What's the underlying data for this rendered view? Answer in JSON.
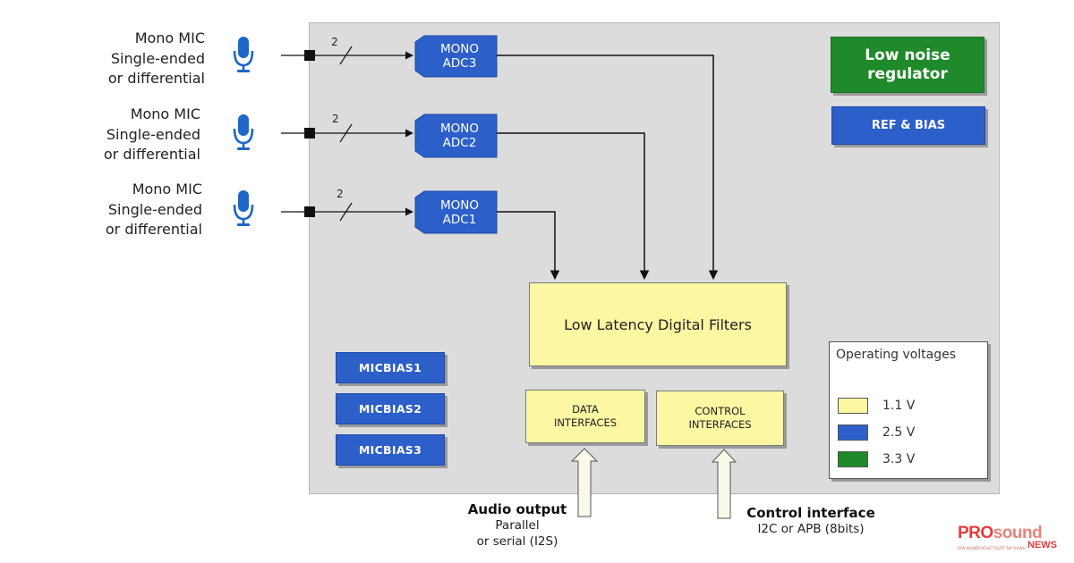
{
  "inputs": [
    {
      "line1": "Mono MIC",
      "line2": "Single-ended",
      "line3": "or differential",
      "bus_width": "2",
      "adc_line1": "MONO",
      "adc_line2": "ADC3"
    },
    {
      "line1": "Mono MIC",
      "line2": "Single-ended",
      "line3": "or differential",
      "bus_width": "2",
      "adc_line1": "MONO",
      "adc_line2": "ADC2"
    },
    {
      "line1": "Mono MIC",
      "line2": "Single-ended",
      "line3": "or differential",
      "bus_width": "2",
      "adc_line1": "MONO",
      "adc_line2": "ADC1"
    }
  ],
  "regulator": {
    "line1": "Low noise",
    "line2": "regulator"
  },
  "ref_bias": "REF & BIAS",
  "filters": "Low Latency Digital Filters",
  "micbias": [
    "MICBIAS1",
    "MICBIAS2",
    "MICBIAS3"
  ],
  "data_interfaces": {
    "line1": "DATA",
    "line2": "INTERFACES"
  },
  "control_interfaces": {
    "line1": "CONTROL",
    "line2": "INTERFACES"
  },
  "legend": {
    "title": "Operating voltages",
    "items": [
      {
        "label": "1.1 V",
        "color": "#fcf7a3"
      },
      {
        "label": "2.5 V",
        "color": "#2c5fc9"
      },
      {
        "label": "3.3 V",
        "color": "#1f8a2a"
      }
    ]
  },
  "audio_output": {
    "title": "Audio output",
    "line1": "Parallel",
    "line2": "or serial (I2S)"
  },
  "control_interface": {
    "title": "Control interface",
    "line1": "I2C or APB (8bits)"
  },
  "logo": {
    "pro": "PRO",
    "sound": "sound",
    "news": "NEWS",
    "tagline": "BẢN NGHIỆP NGHỆ THUẬT ÂM THANH"
  },
  "colors": {
    "adc_blue": "#2c5fc9",
    "regulator_green": "#1f8a2a",
    "filter_yellow": "#fcf7a3",
    "mic_icon_blue": "#1e66c9",
    "chip_gray": "#dcdcdc"
  }
}
